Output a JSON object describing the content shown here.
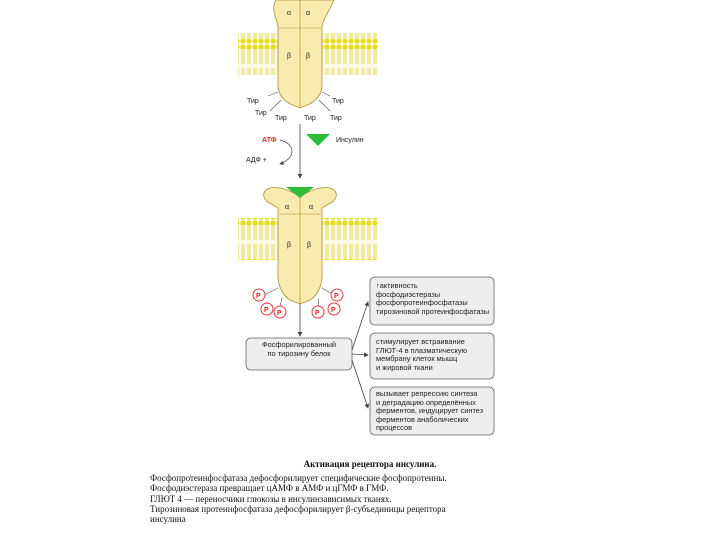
{
  "receptor_top": {
    "alpha_left": "α",
    "alpha_right": "α",
    "beta_left": "β",
    "beta_right": "β",
    "tyr_left_1": "Тир",
    "tyr_left_2": "Тир",
    "tyr_left_3": "Тир",
    "tyr_right_1": "Тир",
    "tyr_right_2": "Тир",
    "tyr_right_3": "Тир"
  },
  "reaction": {
    "atp": "АТФ",
    "adp": "АДФ +",
    "insulin": "Инсулин"
  },
  "receptor_bottom": {
    "alpha_left": "α",
    "alpha_right": "α",
    "beta_left": "β",
    "beta_right": "β",
    "phosphate": "P"
  },
  "substrate_box": {
    "line1": "Фосфорилированный",
    "line2": "по тирозину белок"
  },
  "effect_boxes": [
    {
      "lines": [
        "↑активность",
        "фосфодиэстеразы",
        "фосфопротеинфосфатазы",
        "тирозиновой протеинфосфатазы"
      ]
    },
    {
      "lines": [
        "стимулирует встраивание",
        "ГЛЮТ-4 в плазматическую",
        "мембрану клеток мышц",
        "и жировой ткани"
      ]
    },
    {
      "lines": [
        "вызывает репрессию синтеза",
        "и деградацию определённых",
        "ферментов, индуцирует синтез",
        "ферментов анаболических",
        "процессов"
      ]
    }
  ],
  "caption": {
    "title": "Активация рецептора инсулина.",
    "lines": [
      "Фосфопротеинфосфатаза дефосфорилирует  специфические фосфопротеины.",
      "Фосфодиэстераза превращает цАМФ в АМФ и цГМФ в ГМФ.",
      "ГЛЮТ 4 — переносчики глюкозы в инсулинзависимых тканях.",
      "Тирозиновая   протеинфосфатаза   дефосфорилирует   β-субъединицы   рецептора",
      "инсулина"
    ]
  },
  "colors": {
    "membrane": "#e8e030",
    "receptor": "#f9eab0",
    "insulin": "#2ebd3a",
    "box_fill": "#eeeeee",
    "phosphate": "#e23a3a"
  }
}
